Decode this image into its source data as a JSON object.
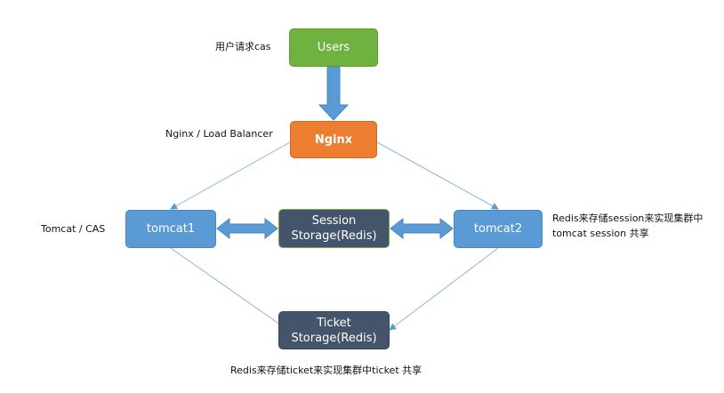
{
  "nodes": {
    "users": "Users",
    "nginx": "Nginx",
    "tomcat1": "tomcat1",
    "session_line1": "Session",
    "session_line2": "Storage(Redis)",
    "tomcat2": "tomcat2",
    "ticket_line1": "Ticket",
    "ticket_line2": "Storage(Redis)"
  },
  "annotations": {
    "users_note": "用户请求cas",
    "nginx_note": "Nginx / Load Balancer",
    "tomcat_note": "Tomcat / CAS",
    "redis_session_line1": "Redis来存储session来实现集群中",
    "redis_session_line2": "tomcat session 共享",
    "redis_ticket_note": "Redis来存储ticket来实现集群中ticket 共享"
  },
  "colors": {
    "users": "#6fb23f",
    "nginx": "#ed7d31",
    "tomcat": "#5b9bd5",
    "storage": "#44546a",
    "arrow": "#5b9bd5"
  }
}
